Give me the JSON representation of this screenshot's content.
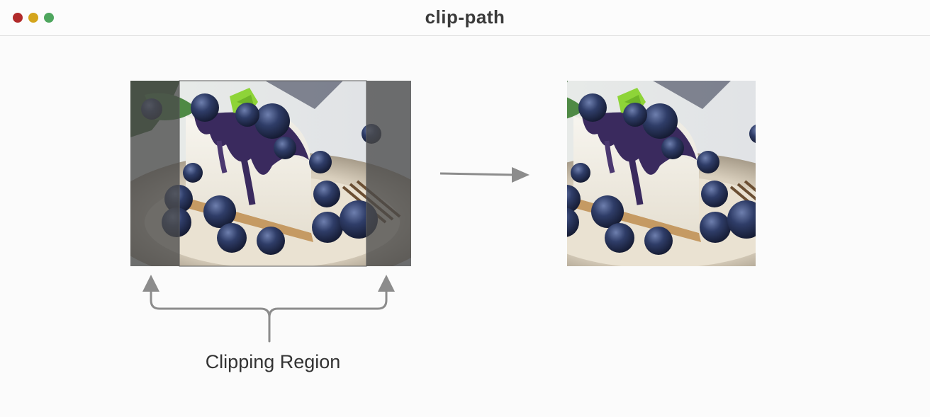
{
  "window": {
    "title": "clip-path",
    "controls": [
      "close",
      "minimize",
      "maximize"
    ]
  },
  "diagram": {
    "clip_label": "Clipping Region"
  },
  "colors": {
    "close": "#b12a2a",
    "minimize": "#d4a51c",
    "maximize": "#4ea65e",
    "arrow": "#8c8c8c",
    "mask": "#4a4a4a",
    "blueberry": "#2e3b64",
    "mint": "#8ed438",
    "plate": "#e6ded0"
  },
  "icons": [
    "arrow-right-icon",
    "arrow-up-icon",
    "brace-icon"
  ]
}
